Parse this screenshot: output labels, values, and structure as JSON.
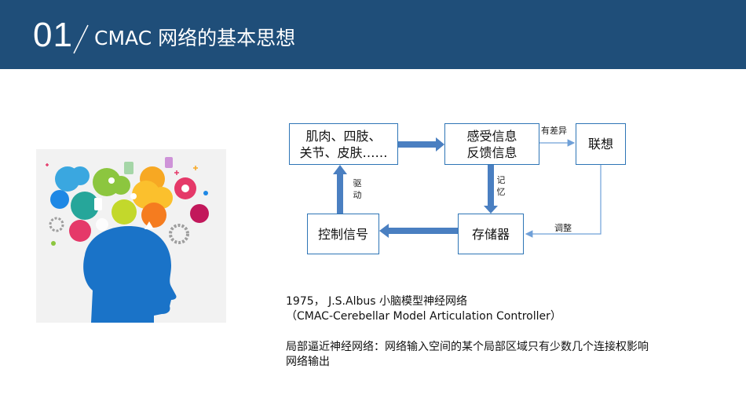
{
  "header": {
    "number": "01",
    "title": "CMAC 网络的基本思想",
    "bg_color": "#1f4e79"
  },
  "illustration": {
    "description_icon": "head-with-social-icons"
  },
  "diagram": {
    "nodes": {
      "muscle_line1": "肌肉、四肢、",
      "muscle_line2": "关节、皮肤……",
      "feedback_line1": "感受信息",
      "feedback_line2": "反馈信息",
      "association": "联想",
      "storage": "存储器",
      "control": "控制信号"
    },
    "labels": {
      "difference": "有差异",
      "memory": "记忆",
      "drive": "驱动",
      "adjust": "调整"
    },
    "colors": {
      "arrow": "#4a7fc1",
      "thin_arrow": "#6fa0d8",
      "border": "#2e75b6"
    }
  },
  "body_text": {
    "line1": "1975，   J.S.Albus    小脑模型神经网络",
    "line2": "（CMAC-Cerebellar Model Articulation Controller）",
    "line3": "局部逼近神经网络：网络输入空间的某个局部区域只有少数几个连接权影响",
    "line4": "网络输出"
  }
}
